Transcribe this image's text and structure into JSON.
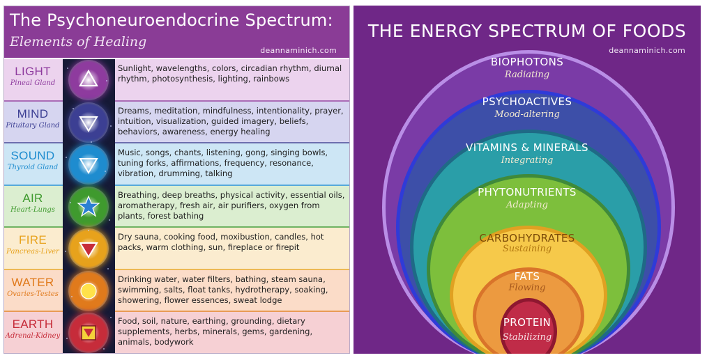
{
  "left_panel": {
    "title": "The Psychoneuroendocrine Spectrum:",
    "subtitle": "Elements of Healing",
    "site": "deannaminich.com",
    "rows": [
      {
        "name": "LIGHT",
        "organ": "Pineal Gland",
        "description": "Sunlight, wavelengths, colors, circadian rhythm, diurnal rhythm, photosynthesis, lighting, rainbows",
        "icon": "violet-chakra-triangle-icon",
        "color": "#8e3b9e",
        "bg": "#ecd3ee"
      },
      {
        "name": "MIND",
        "organ": "Pituitary Gland",
        "description": "Dreams, meditation, mindfulness, intentionality, prayer, intuition, visualization, guided imagery, beliefs, behaviors, awareness, energy healing",
        "icon": "indigo-chakra-triangle-icon",
        "color": "#3c3f93",
        "bg": "#d6d5f0"
      },
      {
        "name": "SOUND",
        "organ": "Thyroid Gland",
        "description": "Music, songs, chants, listening, gong, singing bowls, tuning forks, affirmations, frequency, resonance, vibration, drumming, talking",
        "icon": "blue-chakra-triangle-icon",
        "color": "#1e8ccf",
        "bg": "#cde6f5"
      },
      {
        "name": "AIR",
        "organ": "Heart-Lungs",
        "description": "Breathing, deep breaths, physical activity, essential oils, aromatherapy, fresh air, air purifiers, oxygen from plants, forest bathing",
        "icon": "green-chakra-star-icon",
        "color": "#3f9a2e",
        "bg": "#dbeed0"
      },
      {
        "name": "FIRE",
        "organ": "Pancreas-Liver",
        "description": "Dry sauna, cooking food, moxibustion, candles, hot packs, warm clothing, sun, fireplace or firepit",
        "icon": "yellow-chakra-triangle-icon",
        "color": "#e7a21c",
        "bg": "#fbeccf"
      },
      {
        "name": "WATER",
        "organ": "Ovaries-Testes",
        "description": "Drinking water, water filters, bathing, steam sauna, swimming, salts, float tanks, hydrotherapy, soaking, showering, flower essences, sweat lodge",
        "icon": "orange-chakra-circle-icon",
        "color": "#e07a1c",
        "bg": "#fbdcc8"
      },
      {
        "name": "EARTH",
        "organ": "Adrenal-Kidney",
        "description": "Food, soil, nature, earthing, grounding, dietary supplements, herbs, minerals, gems, gardening, animals, bodywork",
        "icon": "red-chakra-square-icon",
        "color": "#c62c3a",
        "bg": "#f6d0d4"
      }
    ]
  },
  "right_panel": {
    "title": "THE ENERGY SPECTRUM OF FOODS",
    "site": "deannaminich.com",
    "layers": [
      {
        "name": "BIOPHOTONS",
        "sub": "Radiating",
        "color": "#7a3ba6",
        "border": "#b98ee6"
      },
      {
        "name": "PSYCHOACTIVES",
        "sub": "Mood-altering",
        "color": "#3d4fa8",
        "border": "#2f3bd8"
      },
      {
        "name": "VITAMINS & MINERALS",
        "sub": "Integrating",
        "color": "#2a9ea8",
        "border": "#1f6a86"
      },
      {
        "name": "PHYTONUTRIENTS",
        "sub": "Adapting",
        "color": "#7dbf3c",
        "border": "#3f8a3a"
      },
      {
        "name": "CARBOHYDRATES",
        "sub": "Sustaining",
        "color": "#f6c94a",
        "border": "#e0a122"
      },
      {
        "name": "FATS",
        "sub": "Flowing",
        "color": "#ec9a40",
        "border": "#d9742a"
      },
      {
        "name": "PROTEIN",
        "sub": "Stabilizing",
        "color": "#c02c48",
        "border": "#8e1730"
      }
    ]
  }
}
